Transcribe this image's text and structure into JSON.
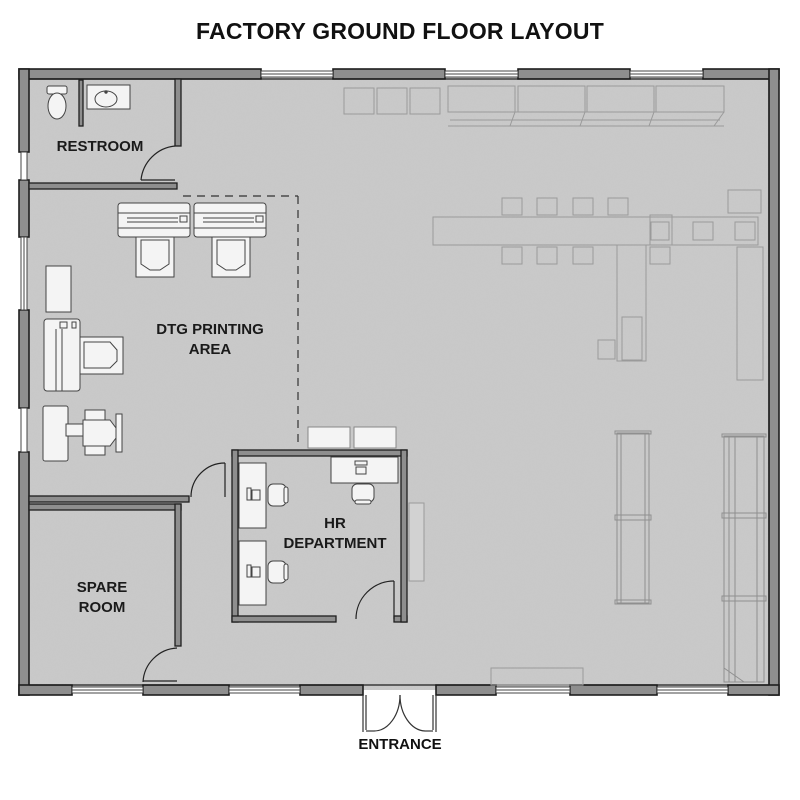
{
  "title": "FACTORY GROUND FLOOR LAYOUT",
  "colors": {
    "floor": "#c9c9c9",
    "wall_fill": "#8e8e8e",
    "wall_line": "#1e1e1e",
    "fixture_fill": "#f4f4f4",
    "fixture_line": "#444444",
    "faint_line": "#9a9a9a",
    "text": "#111111"
  },
  "rooms": {
    "restroom": {
      "label": "RESTROOM"
    },
    "dtg_printing": {
      "label_line1": "DTG PRINTING",
      "label_line2": "AREA"
    },
    "hr_department": {
      "label_line1": "HR",
      "label_line2": "DEPARTMENT"
    },
    "spare_room": {
      "label_line1": "SPARE",
      "label_line2": "ROOM"
    }
  },
  "entrance": {
    "label": "ENTRANCE"
  },
  "fixtures": {
    "restroom": [
      "toilet",
      "sink"
    ],
    "dtg_printing": [
      "dtg-printer",
      "dtg-printer",
      "dtg-printer-side",
      "heat-press",
      "worktable"
    ],
    "hr_department": [
      "desk-with-computer",
      "desk-with-computer",
      "desk-with-computer",
      "office-chair",
      "office-chair",
      "office-chair"
    ],
    "warehouse": [
      "shelving-rack",
      "shelving-rack",
      "storage-boxes",
      "workbench-with-stools",
      "long-table"
    ]
  }
}
